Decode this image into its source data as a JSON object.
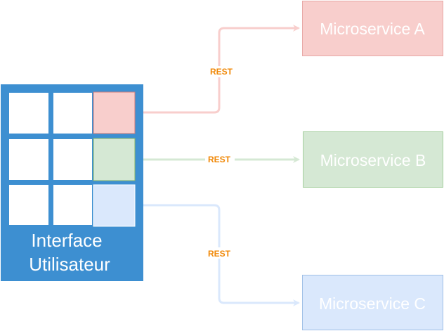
{
  "ui_block": {
    "title_line1": "Interface",
    "title_line2": "Utilisateur",
    "color": "#3d8fd1",
    "tile_color": "#ffffff"
  },
  "services": [
    {
      "label": "Microservice A",
      "fill": "#f8cecc",
      "stroke": "#e8a8a6"
    },
    {
      "label": "Microservice B",
      "fill": "#d5e8d4",
      "stroke": "#a6cf9f"
    },
    {
      "label": "Microservice C",
      "fill": "#dae8fc",
      "stroke": "#9fbfe6"
    }
  ],
  "connections": [
    {
      "label": "REST",
      "color": "#f8cecc"
    },
    {
      "label": "REST",
      "color": "#d5e8d4"
    },
    {
      "label": "REST",
      "color": "#dae8fc"
    }
  ],
  "label_color": "#f08705"
}
